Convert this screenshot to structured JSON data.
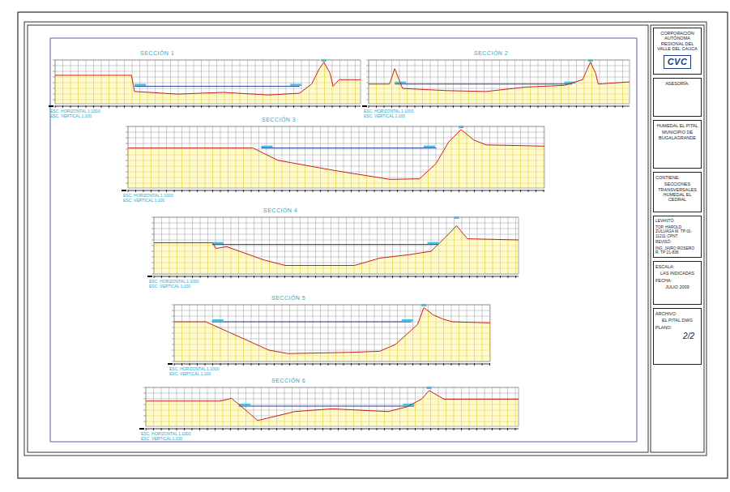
{
  "diagram": {
    "nodes": [
      {
        "text": [
          "CORPORACIÓN AUTÓNOMA REGIONAL DEL VALLE DEL CAUCA",
          "CVC"
        ]
      },
      {
        "text": [
          "ASESORÍA:"
        ]
      },
      {
        "text": [
          "HUMEDAL EL PITAL",
          "MUNICIPIO DE BUGALAGRANDE"
        ]
      },
      {
        "text": [
          "CONTIENE:",
          "SECCIONES TRANSVERSALES HUMEDAL EL CEDRAL"
        ]
      },
      {
        "text": [
          "LEVANTÓ:",
          "TOP. HAROLD ZULUAGA M. TP 01-11211 CPNT",
          "REVISÓ:",
          "ING. JAIRO ROSERO R. TP 21-836"
        ]
      },
      {
        "text": [
          "ESCALA:",
          "LAS INDICADAS",
          "FECHA:",
          "JULIO 2009"
        ]
      },
      {
        "text": [
          "ARCHIVO:",
          "EL PITAL.DWG",
          "PLANO:",
          "2/2"
        ]
      },
      {
        "text": [
          "SECCIÓN 1",
          "ESC. HORIZONTAL 1:1000",
          "ESC. VERTICAL 1:100"
        ]
      },
      {
        "text": [
          "SECCIÓN 2",
          "ESC. HORIZONTAL 1:1000",
          "ESC. VERTICAL 1:100"
        ]
      },
      {
        "text": [
          "SECCIÓN 3",
          "ESC. HORIZONTAL 1:1000",
          "ESC. VERTICAL 1:100"
        ]
      },
      {
        "text": [
          "SECCIÓN 4",
          "ESC. HORIZONTAL 1:1000",
          "ESC. VERTICAL 1:100"
        ]
      },
      {
        "text": [
          "SECCIÓN 5",
          "ESC. HORIZONTAL 1:1000",
          "ESC. VERTICAL 1:100"
        ]
      },
      {
        "text": [
          "SECCIÓN 6",
          "ESC. HORIZONTAL 1:1000",
          "ESC. VERTICAL 1:100"
        ]
      }
    ]
  }
}
